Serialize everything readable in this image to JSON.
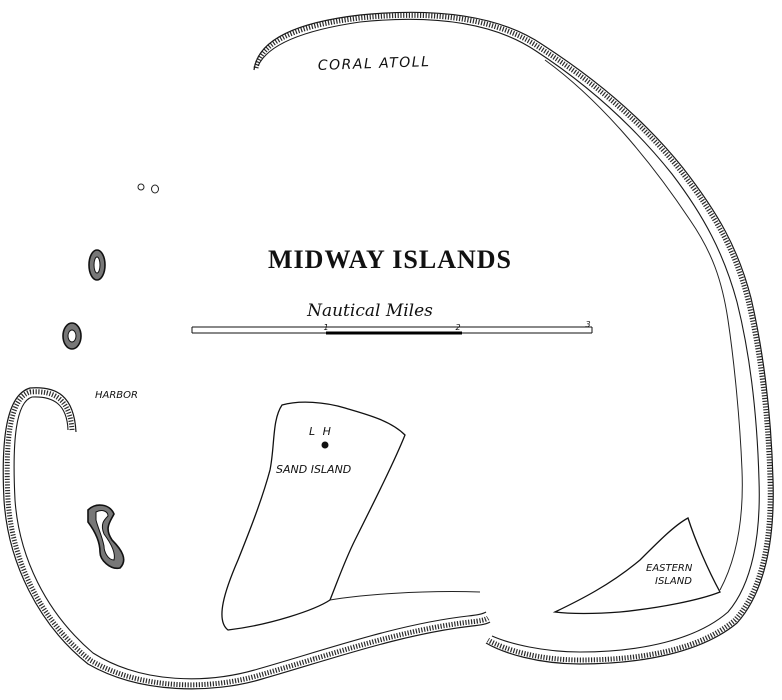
{
  "map": {
    "title": "MIDWAY ISLANDS",
    "scale": {
      "label": "Nautical Miles",
      "ticks": [
        "1",
        "2",
        "3"
      ]
    },
    "labels": {
      "coral_atoll": "CORAL ATOLL",
      "harbor": "HARBOR",
      "lighthouse": "L H",
      "sand_island": "SAND ISLAND",
      "eastern_island_line1": "EASTERN",
      "eastern_island_line2": "ISLAND"
    },
    "colors": {
      "ink": "#111111",
      "paper": "#ffffff"
    }
  }
}
